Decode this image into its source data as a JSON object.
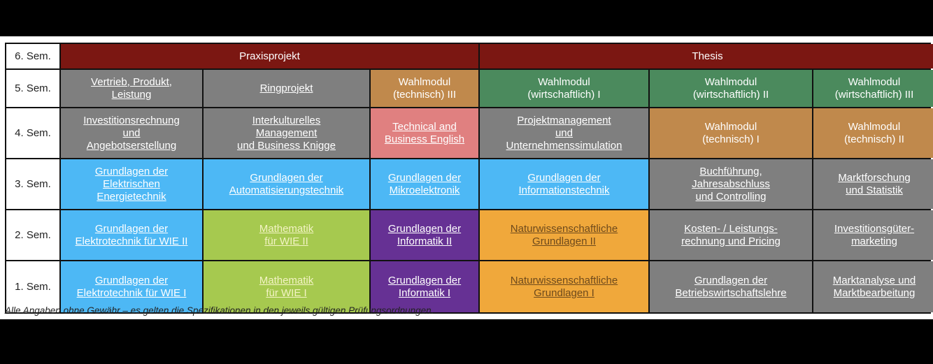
{
  "colors": {
    "dark_red": "#7b1712",
    "gray": "#7f7f7f",
    "brown": "#c0894c",
    "green": "#4b8a5d",
    "pink": "#e08080",
    "blue": "#4db8f5",
    "lime": "#a6c94f",
    "purple": "#663194",
    "orange": "#f0a83b"
  },
  "rows": [
    {
      "label": "6. Sem.",
      "cells": [
        {
          "text": "Praxisprojekt",
          "color": "dark_red",
          "span": 3,
          "link": false
        },
        {
          "text": "Thesis",
          "color": "dark_red",
          "span": 3,
          "link": false
        }
      ]
    },
    {
      "label": "5. Sem.",
      "cells": [
        {
          "text": "Vertrieb, Produkt,\nLeistung",
          "color": "gray",
          "link": true
        },
        {
          "text": "Ringprojekt",
          "color": "gray",
          "link": true
        },
        {
          "text": "Wahlmodul\n(technisch) III",
          "color": "brown",
          "link": false
        },
        {
          "text": "Wahlmodul\n(wirtschaftlich) I",
          "color": "green",
          "link": false
        },
        {
          "text": "Wahlmodul\n(wirtschaftlich) II",
          "color": "green",
          "link": false
        },
        {
          "text": "Wahlmodul\n(wirtschaftlich) III",
          "color": "green",
          "link": false
        }
      ]
    },
    {
      "label": "4. Sem.",
      "cells": [
        {
          "text": "Investitionsrechnung\nund\nAngebotserstellung",
          "color": "gray",
          "link": true
        },
        {
          "text": "Interkulturelles\nManagement\nund Business Knigge",
          "color": "gray",
          "link": true
        },
        {
          "text": "Technical and\nBusiness English",
          "color": "pink",
          "link": true
        },
        {
          "text": "Projektmanagement\nund\nUnternehmenssimulation",
          "color": "gray",
          "link": true
        },
        {
          "text": "Wahlmodul\n(technisch) I",
          "color": "brown",
          "link": false
        },
        {
          "text": "Wahlmodul\n(technisch) II",
          "color": "brown",
          "link": false
        }
      ]
    },
    {
      "label": "3. Sem.",
      "cells": [
        {
          "text": "Grundlagen der\nElektrischen\nEnergietechnik",
          "color": "blue",
          "link": true
        },
        {
          "text": "Grundlagen der\nAutomatisierungstechnik",
          "color": "blue",
          "link": true
        },
        {
          "text": "Grundlagen der\nMikroelektronik",
          "color": "blue",
          "link": true
        },
        {
          "text": "Grundlagen der\nInformationstechnik",
          "color": "blue",
          "link": true
        },
        {
          "text": "Buchführung,\nJahresabschluss\nund Controlling",
          "color": "gray",
          "link": true
        },
        {
          "text": "Marktforschung\nund Statistik",
          "color": "gray",
          "link": true
        }
      ]
    },
    {
      "label": "2. Sem.",
      "cells": [
        {
          "text": "Grundlagen der\nElektrotechnik für WIE II",
          "color": "blue",
          "link": true
        },
        {
          "text": "Mathematik\nfür WIE II",
          "color": "lime",
          "link": true,
          "text_color": "#f3f3c4"
        },
        {
          "text": "Grundlagen der\nInformatik II",
          "color": "purple",
          "link": true
        },
        {
          "text": "Naturwissenschaftliche\nGrundlagen II",
          "color": "orange",
          "link": true,
          "text_color": "#6e4a1c"
        },
        {
          "text": "Kosten- / Leistungs-\nrechnung und Pricing",
          "color": "gray",
          "link": true
        },
        {
          "text": "Investitionsgüter-\nmarketing",
          "color": "gray",
          "link": true
        }
      ]
    },
    {
      "label": "1. Sem.",
      "cells": [
        {
          "text": "Grundlagen der\nElektrotechnik für WIE I",
          "color": "blue",
          "link": true
        },
        {
          "text": "Mathematik\nfür WIE I",
          "color": "lime",
          "link": true,
          "text_color": "#f3f3c4"
        },
        {
          "text": "Grundlagen der\nInformatik I",
          "color": "purple",
          "link": true
        },
        {
          "text": "Naturwissenschaftliche\nGrundlagen I",
          "color": "orange",
          "link": true,
          "text_color": "#6e4a1c"
        },
        {
          "text": "Grundlagen der\nBetriebswirtschaftslehre",
          "color": "gray",
          "link": true
        },
        {
          "text": "Marktanalyse und\nMarktbearbeitung",
          "color": "gray",
          "link": true
        }
      ]
    }
  ],
  "footer": "Alle Angaben ohne Gewähr – es gelten die Spezifikationen in den jeweils gültigen Prüfungsordnungen."
}
